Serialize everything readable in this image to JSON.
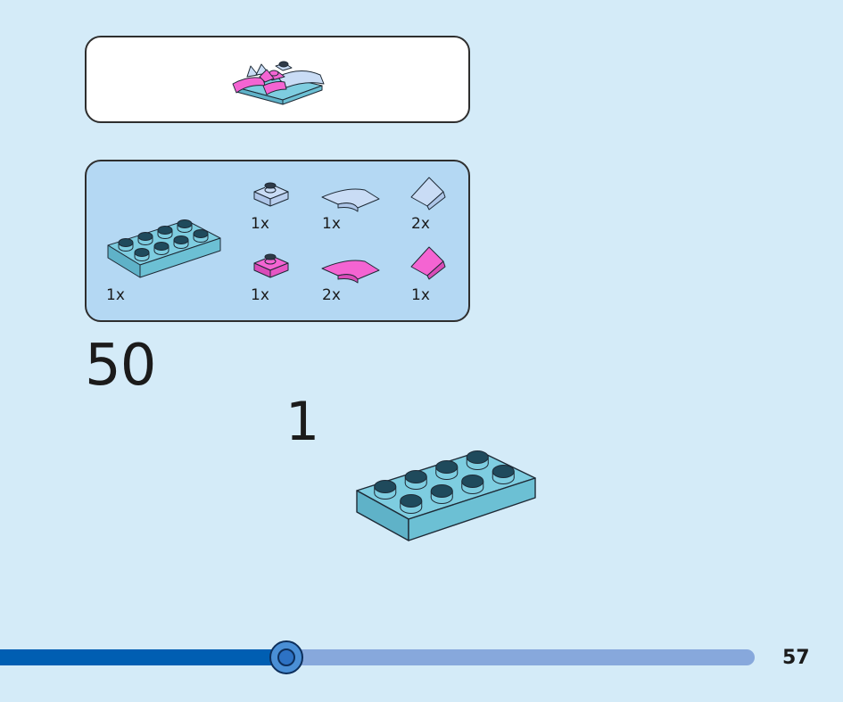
{
  "step": {
    "number": "50",
    "sub_step": "1"
  },
  "parts": [
    {
      "name": "plate-2x4-blue",
      "quantity": "1x"
    },
    {
      "name": "plate-1x1-light-blue",
      "quantity": "1x"
    },
    {
      "name": "curved-slope-light-blue",
      "quantity": "1x"
    },
    {
      "name": "slope-light-blue",
      "quantity": "2x"
    },
    {
      "name": "plate-1x1-pink",
      "quantity": "1x"
    },
    {
      "name": "curved-slope-pink",
      "quantity": "2x"
    },
    {
      "name": "slope-pink",
      "quantity": "1x"
    }
  ],
  "colors": {
    "background": "#d4ebf8",
    "parts_panel": "#b4d8f3",
    "brick_blue": "#7ecde0",
    "brick_light_blue": "#c9dcf5",
    "brick_pink": "#f464d2",
    "progress_fill": "#005eb2",
    "progress_track": "#87a8dc"
  },
  "progress": {
    "fraction": 0.38
  },
  "page_number": "57"
}
